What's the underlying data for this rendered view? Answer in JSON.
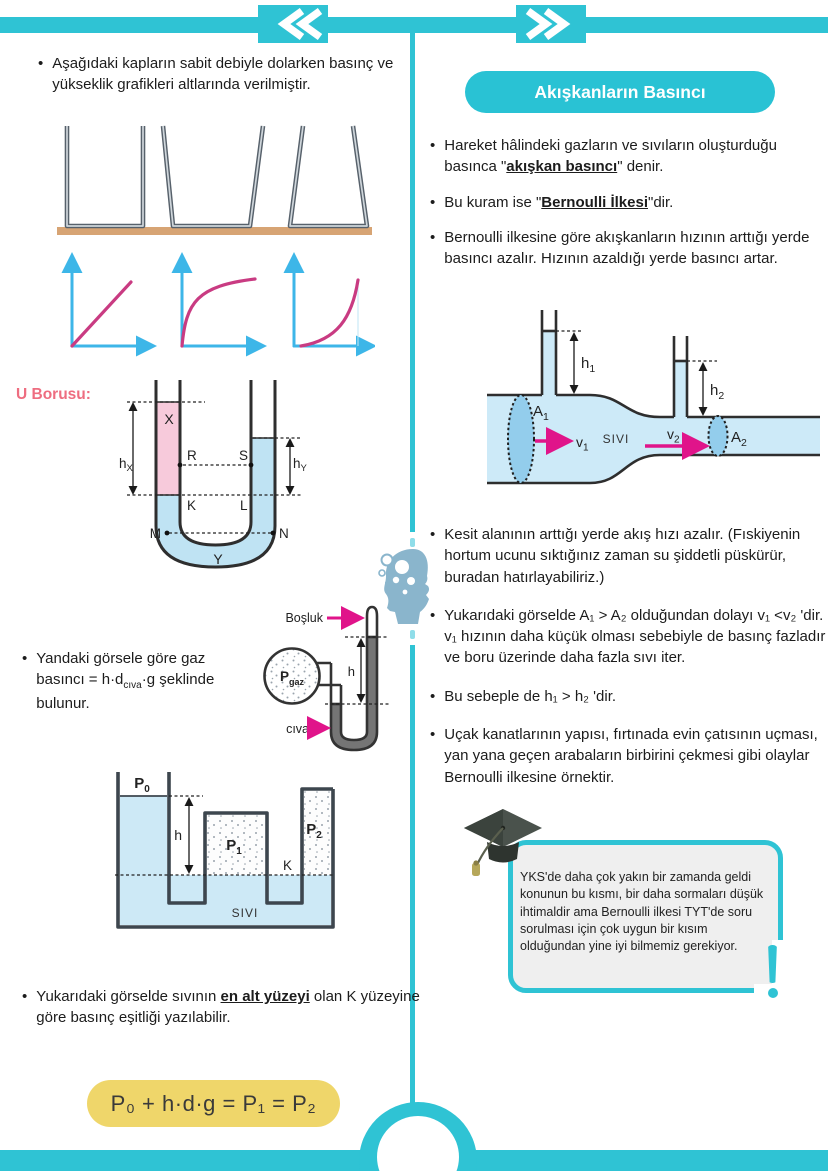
{
  "colors": {
    "teal": "#2fc3d4",
    "pink_heading": "#ee6d80",
    "curve_magenta": "#c93b82",
    "axis_blue": "#3db6e8",
    "formula_yellow": "#efd66a",
    "liquid_blue": "#bfe3f3",
    "liquid_pink": "#f7cadb",
    "mercury_gray": "#757575",
    "ground_tan": "#d7a474",
    "arrow_pink": "#e0148a"
  },
  "left_column": {
    "intro_bullets": [
      [
        {
          "t": "Aşağıdaki kapların sabit debiyle dolarken basınç ve yükseklik grafikleri altlarında verilmiştir."
        }
      ]
    ],
    "u_tube_heading": "U Borusu:",
    "gas_bullets": [
      [
        {
          "t": "Yandaki görsele göre gaz basıncı = h·d"
        },
        {
          "t": "cıva",
          "sub": true
        },
        {
          "t": "·g şeklinde bulunur."
        }
      ]
    ],
    "conclusion_bullets": [
      [
        {
          "t": "Yukarıdaki görselde sıvının "
        },
        {
          "t": "en alt yüzeyi",
          "b": true,
          "u": true
        },
        {
          "t": " olan K yüzeyine göre basınç eşitliği yazılabilir."
        }
      ]
    ],
    "formula": "P₀ + h·d·g = P₁ = P₂"
  },
  "right_column": {
    "header": "Akışkanların Basıncı",
    "top_bullets": [
      [
        {
          "t": "Hareket hâlindeki gazların ve sıvıların oluşturduğu basınca \""
        },
        {
          "t": "akışkan basıncı",
          "b": true,
          "u": true
        },
        {
          "t": "\" denir."
        }
      ],
      [
        {
          "t": "Bu kuram ise \""
        },
        {
          "t": "Bernoulli İlkesi",
          "b": true,
          "u": true
        },
        {
          "t": "\"dir."
        }
      ],
      [
        {
          "t": "Bernoulli ilkesine göre akışkanların hızının arttığı yerde basıncı azalır. Hızının azaldığı yerde basıncı artar."
        }
      ]
    ],
    "bottom_bullets": [
      [
        {
          "t": "Kesit alanının arttığı yerde akış hızı azalır. (Fıskiyenin hortum ucunu sıktığınız zaman su şiddetli püskürür, buradan hatırlayabiliriz.)"
        }
      ],
      [
        {
          "t": "Yukarıdaki görselde A₁ > A₂ olduğundan dolayı v₁ <v₂ 'dir. v₁ hızının daha küçük olması sebebiyle de basınç fazladır ve boru üzerinde daha fazla sıvı iter."
        }
      ],
      [
        {
          "t": "Bu sebeple de h₁ > h₂ 'dir."
        }
      ],
      [
        {
          "t": "Uçak kanatlarının yapısı, fırtınada evin çatısının uçması, yan yana geçen arabaların birbirini çekmesi gibi olaylar Bernoulli ilkesine örnektir."
        }
      ]
    ],
    "note": "YKS'de daha çok yakın bir zamanda geldi konunun bu kısmı, bir daha sormaları düşük ihtimaldir ama Bernoulli ilkesi TYT'de soru sorulması için çok uygun bir kısım olduğundan yine iyi bilmemiz gerekiyor."
  },
  "u_tube_figure": {
    "x_label": "X",
    "y_label": "Y",
    "r": "R",
    "s": "S",
    "k": "K",
    "l": "L",
    "m": "M",
    "n": "N",
    "hx_base": "h",
    "hx_sub": "X",
    "hy_base": "h",
    "hy_sub": "Y"
  },
  "manometer_figure": {
    "bosluk": "Boşluk",
    "pgaz_base": "P",
    "pgaz_sub": "gaz",
    "h_label": "h",
    "civa": "cıva"
  },
  "tank_figure": {
    "p0_base": "P",
    "p0_sub": "0",
    "p1_base": "P",
    "p1_sub": "1",
    "p2_base": "P",
    "p2_sub": "2",
    "h_label": "h",
    "k_label": "K",
    "sivi": "SIVI"
  },
  "venturi_figure": {
    "a1_base": "A",
    "a1_sub": "1",
    "a2_base": "A",
    "a2_sub": "2",
    "v1_base": "v",
    "v1_sub": "1",
    "v2_base": "v",
    "v2_sub": "2",
    "h1_base": "h",
    "h1_sub": "1",
    "h2_base": "h",
    "h2_sub": "2",
    "sivi": "SIVI"
  }
}
